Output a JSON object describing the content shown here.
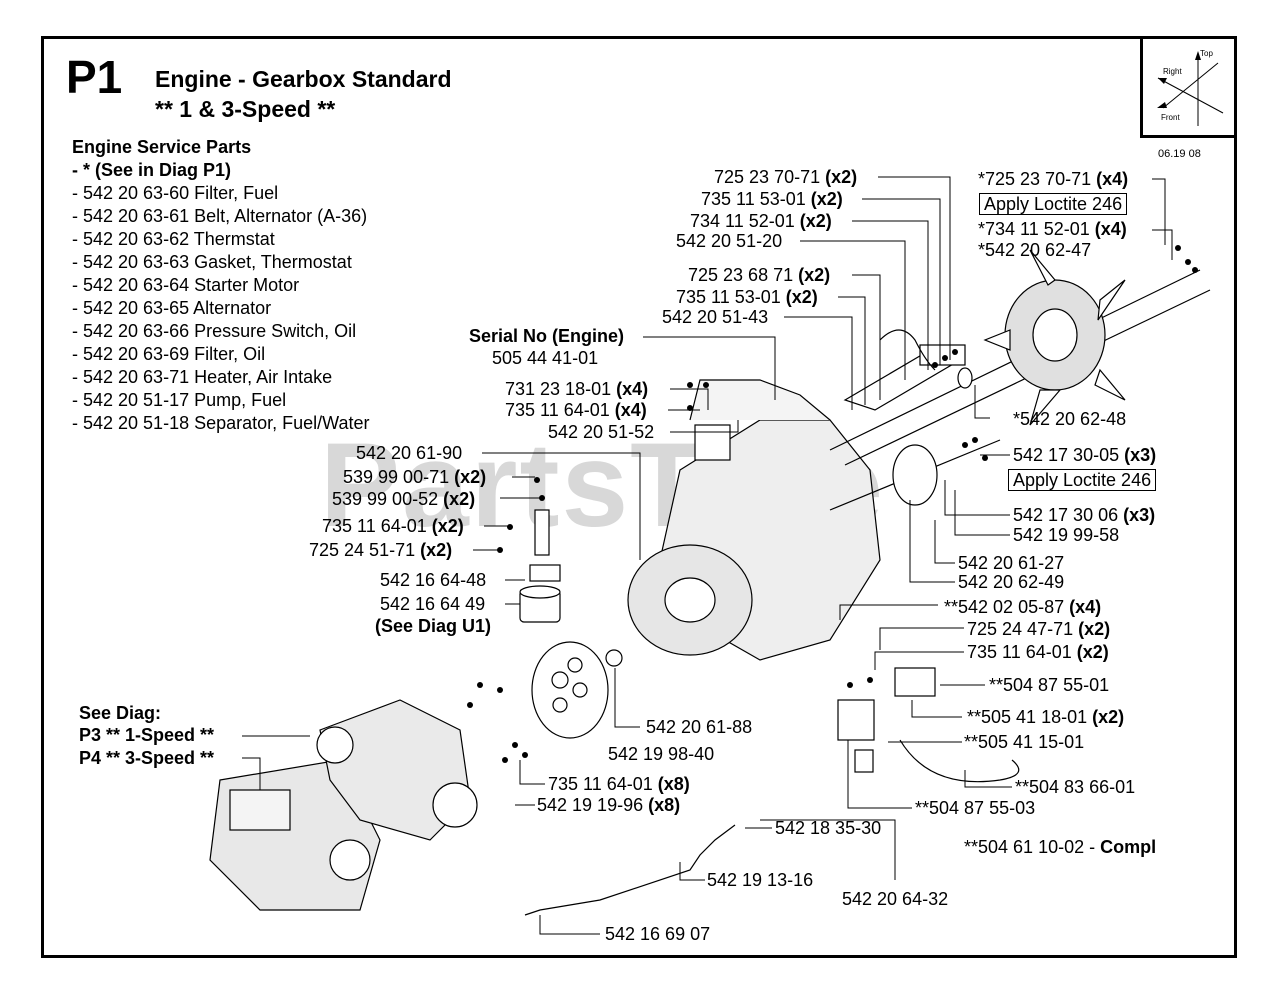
{
  "header": {
    "page_code": "P1",
    "title_line1": "Engine - Gearbox Standard",
    "title_line2": "** 1 & 3-Speed **",
    "date": "06.19 08",
    "compass_labels": {
      "top": "Top",
      "right": "Right",
      "front": "Front"
    }
  },
  "watermark": "PartsTree",
  "service": {
    "heading": "Engine Service Parts",
    "items": [
      "- * (See in Diag P1)",
      "- 542 20 63-60 Filter, Fuel",
      "- 542 20 63-61 Belt, Alternator (A-36)",
      "- 542 20 63-62 Thermstat",
      "- 542 20 63-63 Gasket, Thermostat",
      "- 542 20 63-64 Starter Motor",
      "- 542 20 63-65 Alternator",
      "- 542 20 63-66 Pressure Switch, Oil",
      "- 542 20 63-69 Filter, Oil",
      "- 542 20 63-71 Heater, Air Intake",
      "- 542 20 51-17 Pump, Fuel",
      "- 542 20 51-18 Separator, Fuel/Water"
    ]
  },
  "labels": {
    "l01": {
      "num": "725 23 70-71",
      "qty": "(x2)"
    },
    "l02": {
      "num": "735 11 53-01",
      "qty": "(x2)"
    },
    "l03": {
      "num": "734 11 52-01",
      "qty": "(x2)"
    },
    "l04": {
      "num": "542 20 51-20",
      "qty": ""
    },
    "l05": {
      "num": "725 23 68 71",
      "qty": "(x2)"
    },
    "l06": {
      "num": "735 11 53-01",
      "qty": "(x2)"
    },
    "l07": {
      "num": "542 20 51-43",
      "qty": ""
    },
    "l08": {
      "num": "Serial No (Engine)",
      "qty": ""
    },
    "l09": {
      "num": "505 44 41-01",
      "qty": ""
    },
    "l10": {
      "num": "731 23 18-01",
      "qty": "(x4)"
    },
    "l11": {
      "num": "735 11 64-01",
      "qty": "(x4)"
    },
    "l12": {
      "num": "542 20 51-52",
      "qty": ""
    },
    "l13": {
      "num": "542 20 61-90",
      "qty": ""
    },
    "l14": {
      "num": "539 99 00-71",
      "qty": "(x2)"
    },
    "l15": {
      "num": "539 99 00-52",
      "qty": "(x2)"
    },
    "l16": {
      "num": "735 11 64-01",
      "qty": "(x2)"
    },
    "l17": {
      "num": "725 24 51-71",
      "qty": "(x2)"
    },
    "l18": {
      "num": "542 16 64-48",
      "qty": ""
    },
    "l19": {
      "num": "542 16 64 49",
      "qty": ""
    },
    "l20": {
      "num": "(See Diag U1)",
      "qty": ""
    },
    "l21": {
      "num": "*725 23 70-71",
      "qty": "(x4)"
    },
    "l22": {
      "num": "Apply Loctite 246",
      "qty": ""
    },
    "l23": {
      "num": "*734 11 52-01",
      "qty": "(x4)"
    },
    "l24": {
      "num": "*542 20 62-47",
      "qty": ""
    },
    "l25": {
      "num": "*542 20 62-48",
      "qty": ""
    },
    "l26": {
      "num": "542 17 30-05",
      "qty": "(x3)"
    },
    "l27": {
      "num": "Apply Loctite 246",
      "qty": ""
    },
    "l28": {
      "num": "542 17 30 06",
      "qty": "(x3)"
    },
    "l29": {
      "num": "542 19 99-58",
      "qty": ""
    },
    "l30": {
      "num": "542 20 61-27",
      "qty": ""
    },
    "l31": {
      "num": "542 20 62-49",
      "qty": ""
    },
    "l32": {
      "num": "**542 02 05-87",
      "qty": "(x4)"
    },
    "l33": {
      "num": "725 24 47-71",
      "qty": "(x2)"
    },
    "l34": {
      "num": "735 11 64-01",
      "qty": "(x2)"
    },
    "l35": {
      "num": "**504 87 55-01",
      "qty": ""
    },
    "l36": {
      "num": "**505 41 18-01",
      "qty": "(x2)"
    },
    "l37": {
      "num": "**505 41 15-01",
      "qty": ""
    },
    "l38": {
      "num": "**504 83 66-01",
      "qty": ""
    },
    "l39": {
      "num": "**504 87 55-03",
      "qty": ""
    },
    "l40": {
      "num": "**504 61 10-02 -",
      "qty": "Compl"
    },
    "l41": {
      "num": "542 20 61-88",
      "qty": ""
    },
    "l42": {
      "num": "542 19 98-40",
      "qty": ""
    },
    "l43": {
      "num": "735 11 64-01",
      "qty": "(x8)"
    },
    "l44": {
      "num": "542 19 19-96",
      "qty": "(x8)"
    },
    "l45": {
      "num": "542 18 35-30",
      "qty": ""
    },
    "l46": {
      "num": "542 19 13-16",
      "qty": ""
    },
    "l47": {
      "num": "542 20 64-32",
      "qty": ""
    },
    "l48": {
      "num": "542 16 69 07",
      "qty": ""
    }
  },
  "see_diag": {
    "heading": "See Diag:",
    "p3": "P3 ** 1-Speed **",
    "p4": "P4 ** 3-Speed **"
  }
}
